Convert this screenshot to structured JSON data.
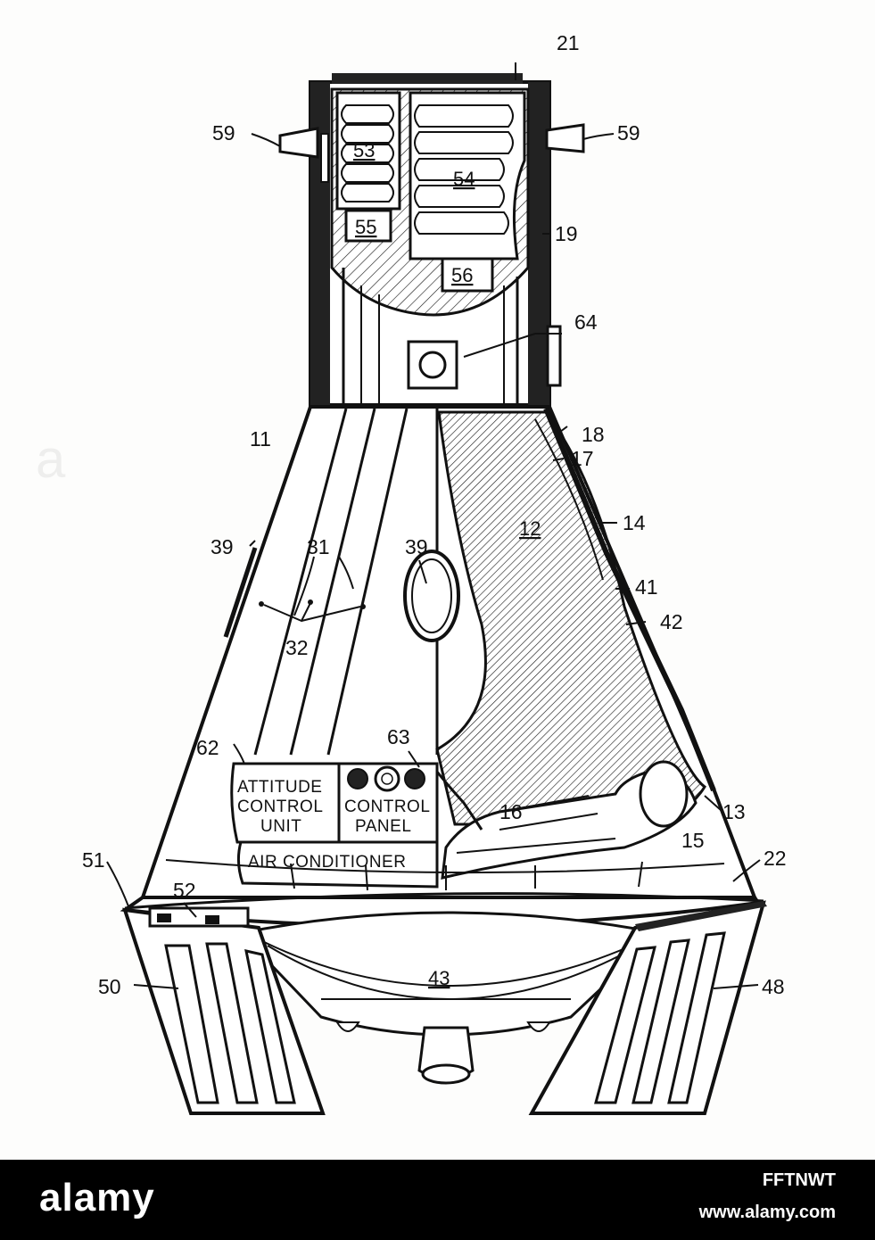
{
  "diagram": {
    "part_labels": {
      "n21": "21",
      "n59a": "59",
      "n59b": "59",
      "n19": "19",
      "n64": "64",
      "n11": "11",
      "n18": "18",
      "n17": "17",
      "n14": "14",
      "n39a": "39",
      "n39b": "39",
      "n31": "31",
      "n41": "41",
      "n42": "42",
      "n32": "32",
      "n62": "62",
      "n63": "63",
      "n13": "13",
      "n16": "16",
      "n15": "15",
      "n51": "51",
      "n52": "52",
      "n22": "22",
      "n50": "50",
      "n48": "48"
    },
    "underlined_labels": {
      "n53": "53",
      "n54": "54",
      "n55": "55",
      "n56": "56",
      "n12": "12",
      "n43": "43"
    },
    "box_labels": {
      "attitude_1": "ATTITUDE",
      "attitude_2": "CONTROL",
      "attitude_3": "UNIT",
      "control_1": "CONTROL",
      "control_2": "PANEL",
      "air": "AIR CONDITIONER"
    }
  },
  "footer": {
    "logo": "alamy",
    "image_id": "FFTNWT",
    "url": "www.alamy.com"
  },
  "colors": {
    "ink": "#111111",
    "paper": "#fdfdfc",
    "footer": "#000000"
  }
}
